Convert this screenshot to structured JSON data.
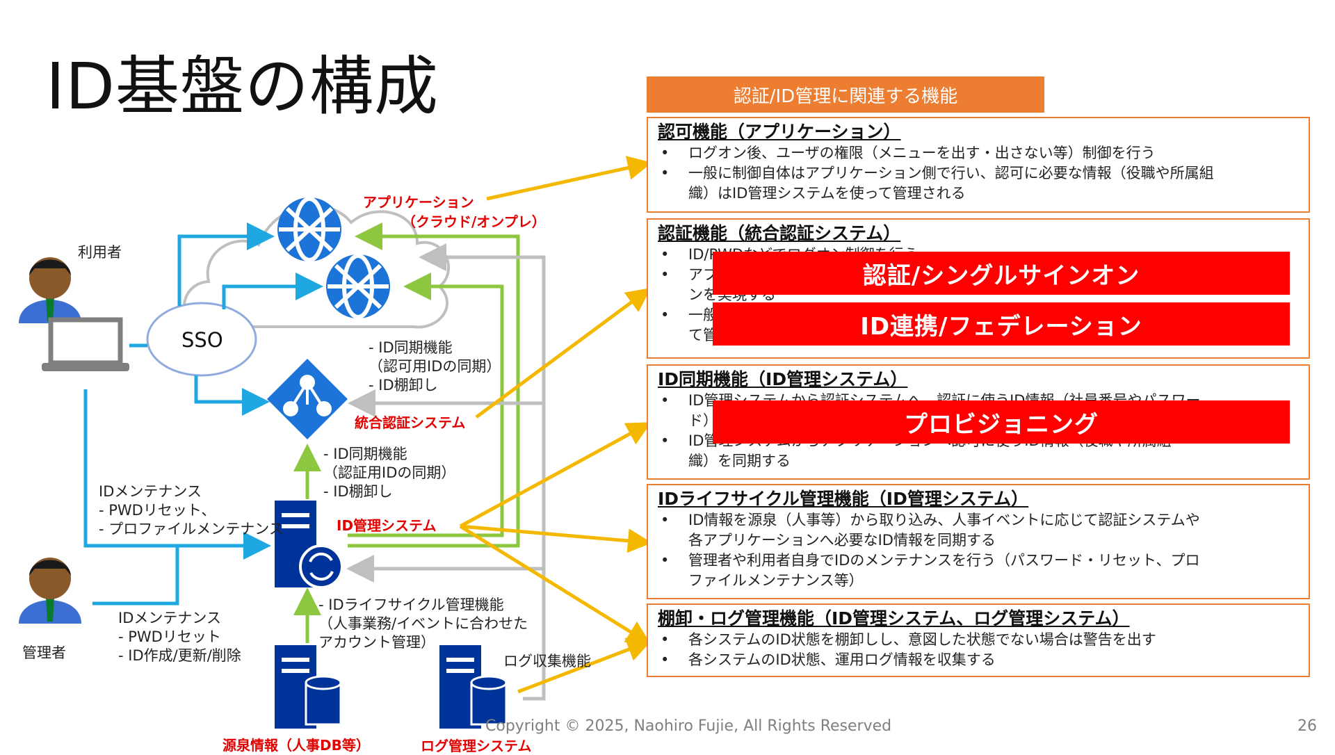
{
  "title": "ID基盤の構成",
  "diagram": {
    "user_label": "利用者",
    "admin_label": "管理者",
    "sso_label": "SSO",
    "app_label_1": "アプリケーション",
    "app_label_2": "（クラウド/オンプレ）",
    "auth_system_label": "統合認証システム",
    "id_mgmt_label": "ID管理システム",
    "source_label": "源泉情報（人事DB等）",
    "log_label": "ログ管理システム",
    "sync_upper": "- ID同期機能\n（認可用IDの同期）\n- ID棚卸し",
    "sync_lower": "- ID同期機能\n（認証用IDの同期）\n- ID棚卸し",
    "user_maint": "IDメンテナンス\n- PWDリセット、\n- プロファイルメンテナンス",
    "admin_maint": "IDメンテナンス\n- PWDリセット\n- ID作成/更新/削除",
    "lifecycle_note": "- IDライフサイクル管理機能\n（人事業務/イベントに合わせた\nアカウント管理）",
    "log_collect": "ログ収集機能"
  },
  "panel": {
    "header": "認証/ID管理に関連する機能",
    "sections": [
      {
        "title": "認可機能（アプリケーション）",
        "bullets": [
          "ログオン後、ユーザの権限（メニューを出す・出さない等）制御を行う",
          "一般に制御自体はアプリケーション側で行い、認可に必要な情報（役職や所属組\n織）はID管理システムを使って管理される"
        ]
      },
      {
        "title": "認証機能（統合認証システム）",
        "bullets": [
          "ID/PWDなどでログオン制御を行う",
          "アプリケーション間でシングルサインオ\nンを実現する",
          "一般\nて管"
        ]
      },
      {
        "title": "ID同期機能（ID管理システム）",
        "bullets": [
          "ID管理システムから認証システムへ、認証に使うID情報（社員番号やパスワー\nド）",
          "ID管理システムからアプリケーションへ認可に使うID情報（役職や所属組\n織）を同期する"
        ]
      },
      {
        "title": "IDライフサイクル管理機能（ID管理システム）",
        "bullets": [
          "ID情報を源泉（人事等）から取り込み、人事イベントに応じて認証システムや\n各アプリケーションへ必要なID情報を同期する",
          "管理者や利用者自身でIDのメンテナンスを行う（パスワード・リセット、プロ\nファイルメンテナンス等）"
        ]
      },
      {
        "title": "棚卸・ログ管理機能（ID管理システム、ログ管理システム）",
        "bullets": [
          "各システムのID状態を棚卸しし、意図した状態でない場合は警告を出す",
          "各システムのID状態、運用ログ情報を収集する"
        ]
      }
    ],
    "banners": [
      "認証/シングルサインオン",
      "ID連携/フェデレーション",
      "プロビジョニング"
    ]
  },
  "footer": {
    "copyright": "Copyright © 2025, Naohiro Fujie, All Rights Reserved",
    "page": "26"
  },
  "colors": {
    "accent": "#ed7d31",
    "banner": "#ff0000",
    "blue_line": "#1ea7e1",
    "green_line": "#8dc63f",
    "gray_line": "#bfbfbf",
    "yellow_arrow": "#f5b800",
    "server": "#003399",
    "label_red": "#e20000"
  }
}
